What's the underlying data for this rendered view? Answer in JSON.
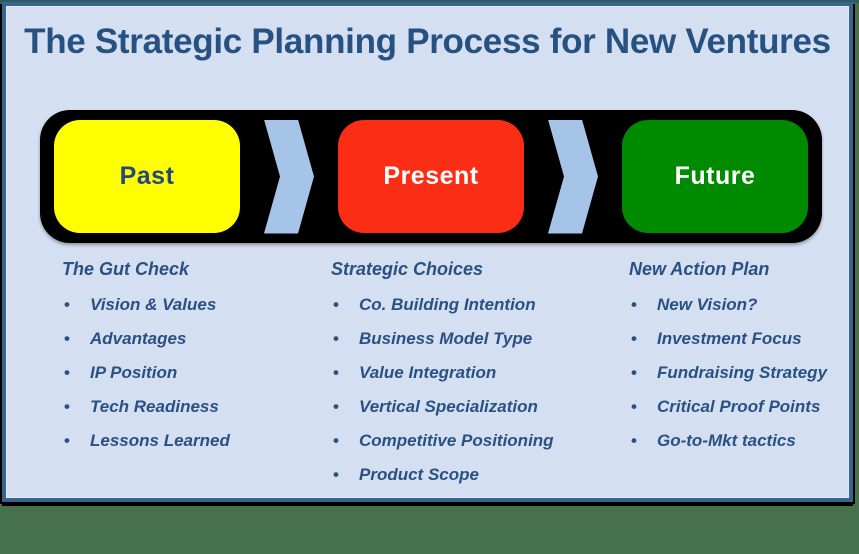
{
  "title": "The Strategic Planning Process for New Ventures",
  "timeline": {
    "bar_color": "#000000",
    "chevron_color": "#A5C4E8",
    "chevron_icon": "chevron-right",
    "stages": [
      {
        "label": "Past",
        "color": "#FFFF00",
        "text_color": "#23477E"
      },
      {
        "label": "Present",
        "color": "#FB2D14",
        "text_color": "#FFFFFF"
      },
      {
        "label": "Future",
        "color": "#008A00",
        "text_color": "#FFFFFF"
      }
    ]
  },
  "columns": [
    {
      "heading": "The Gut Check",
      "items": [
        "Vision & Values",
        "Advantages",
        "IP Position",
        "Tech Readiness",
        "Lessons Learned"
      ]
    },
    {
      "heading": "Strategic Choices",
      "items": [
        "Co. Building Intention",
        "Business Model Type",
        "Value Integration",
        "Vertical Specialization",
        "Competitive Positioning",
        "Product Scope"
      ]
    },
    {
      "heading": "New Action Plan",
      "items": [
        "New Vision?",
        "Investment Focus",
        "Fundraising Strategy",
        "Critical Proof Points",
        "Go-to-Mkt tactics"
      ]
    }
  ],
  "colors": {
    "panel_background": "#D4E0F2",
    "panel_border": "#38648E",
    "title_text": "#275180",
    "body_text": "#2A5183",
    "outer_background_bottom": "#47704D",
    "outer_background_top": "#2D5A69"
  }
}
